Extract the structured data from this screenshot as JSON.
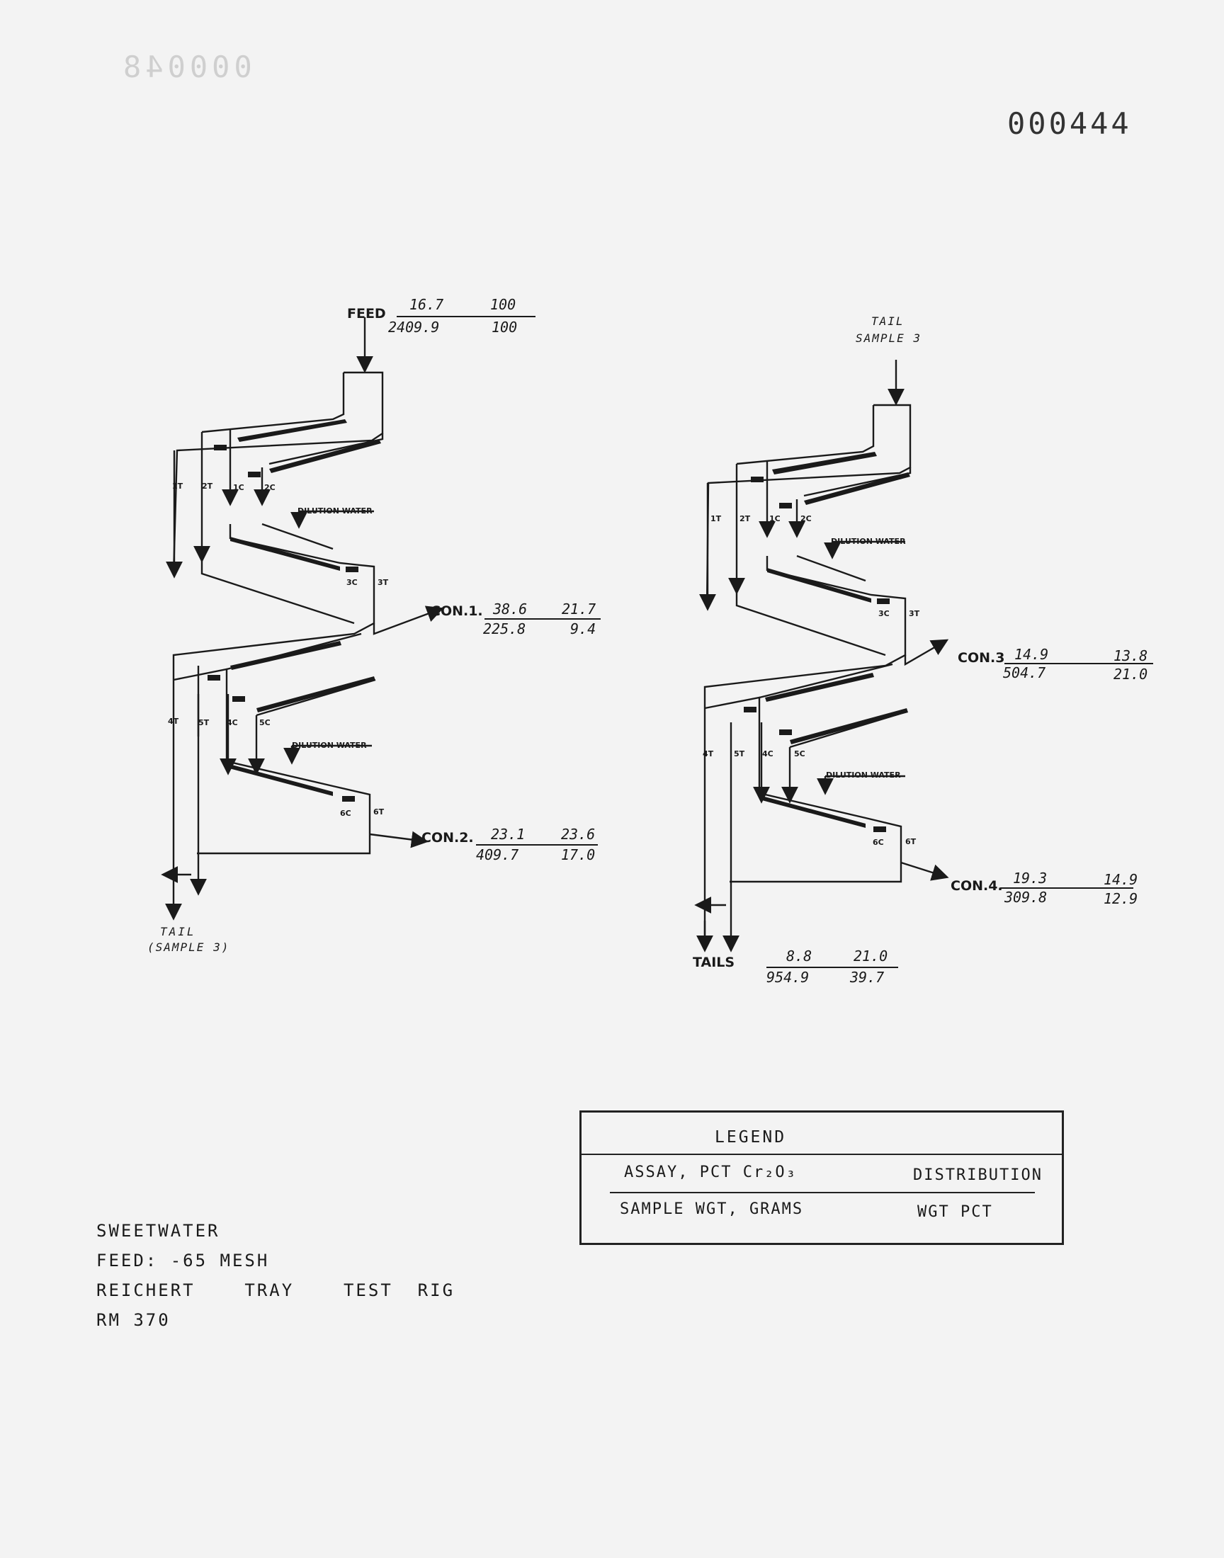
{
  "page_number": "000444",
  "ghost_number": "000048",
  "left_circuit": {
    "feed_label": "FEED",
    "feed": {
      "assay": "16.7",
      "distribution": "100",
      "weight": "2409.9",
      "wgt_pct": "100"
    },
    "tray_labels": [
      "1T",
      "2T",
      "1C",
      "2C",
      "3C",
      "3T",
      "4T",
      "5T",
      "4C",
      "5C",
      "6C",
      "6T"
    ],
    "dilution_1": "DILUTION WATER",
    "dilution_2": "DILUTION WATER",
    "con1_label": "CON.1.",
    "con1": {
      "assay": "38.6",
      "distribution": "21.7",
      "weight": "225.8",
      "wgt_pct": "9.4"
    },
    "con2_label": "CON.2.",
    "con2": {
      "assay": "23.1",
      "distribution": "23.6",
      "weight": "409.7",
      "wgt_pct": "17.0"
    },
    "tail_line1": "TAIL",
    "tail_line2": "(SAMPLE 3)"
  },
  "right_circuit": {
    "tail_top_line1": "TAIL",
    "tail_top_line2": "SAMPLE 3",
    "tray_labels": [
      "1T",
      "2T",
      "1C",
      "2C",
      "3C",
      "3T",
      "4T",
      "5T",
      "4C",
      "5C",
      "6C",
      "6T"
    ],
    "dilution_1": "DILUTION WATER",
    "dilution_2": "DILUTION WATER",
    "con3_label": "CON.3",
    "con3": {
      "assay": "14.9",
      "distribution": "13.8",
      "weight": "504.7",
      "wgt_pct": "21.0"
    },
    "con4_label": "CON.4.",
    "con4": {
      "assay": "19.3",
      "distribution": "14.9",
      "weight": "309.8",
      "wgt_pct": "12.9"
    },
    "tails_label": "TAILS",
    "tails": {
      "assay": "8.8",
      "distribution": "21.0",
      "weight": "954.9",
      "wgt_pct": "39.7"
    }
  },
  "legend": {
    "title": "LEGEND",
    "row1_left": "ASSAY, PCT Cr₂O₃",
    "row1_right": "DISTRIBUTION",
    "row2_left": "SAMPLE WGT, GRAMS",
    "row2_right": "WGT PCT"
  },
  "notes": [
    "SWEETWATER",
    "FEED: -65 MESH",
    "REICHERT    TRAY    TEST  RIG",
    "RM 370"
  ]
}
